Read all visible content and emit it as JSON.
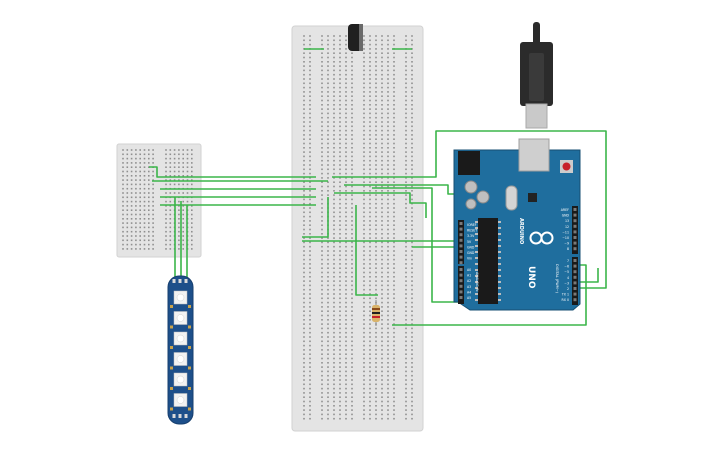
{
  "circuit": {
    "arduino": {
      "model_label": "UNO",
      "brand_label": "ARDUINO",
      "power_pins": [
        "IOREF",
        "RESET",
        "3.3V",
        "5V",
        "GND",
        "GND",
        "Vin"
      ],
      "analog_pins": [
        "A0",
        "A1",
        "A2",
        "A3",
        "A4",
        "A5"
      ],
      "digital_pins": [
        "AREF",
        "GND",
        "13",
        "12",
        "~11",
        "~10",
        "~9",
        "8",
        "7",
        "~6",
        "~5",
        "4",
        "~3",
        "2",
        "TX 1",
        "RX 0"
      ],
      "digital_header_label": "DIGITAL (PWM~)",
      "analog_header_label": "ANALOG IN"
    },
    "neopixel_stick": {
      "led_count": 6
    },
    "colors": {
      "wire": "#3bb54a",
      "board_blue": "#1f6e9e",
      "stick_blue": "#1d4f8a",
      "breadboard": "#e6e6e6",
      "usb_cable": "#2b2b2b"
    }
  }
}
